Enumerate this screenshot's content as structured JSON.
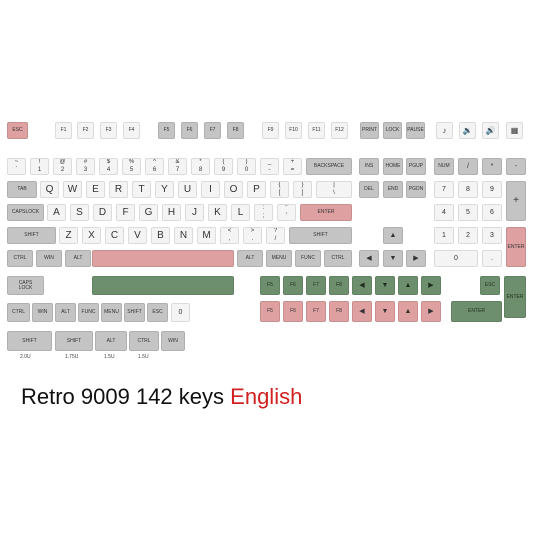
{
  "colors": {
    "grey": "#c4c4c4",
    "white": "#f4f4f4",
    "pink": "#dea0a0",
    "green": "#6e8f6e"
  },
  "caption": {
    "main": "Retro 9009 142 keys",
    "language": "English"
  },
  "size_labels": [
    "2.0U",
    "1.75U",
    "1.5U",
    "1.5U"
  ],
  "rows": {
    "function_row": [
      "ESC",
      "F1",
      "F2",
      "F3",
      "F4",
      "F5",
      "F6",
      "F7",
      "F8",
      "F9",
      "F10",
      "F11",
      "F12",
      "PRINT",
      "LOCK",
      "PAUSE",
      "music-note-icon",
      "volume-down-icon",
      "volume-up-icon",
      "calculator-icon"
    ],
    "number_row": [
      "~\n`",
      "!\n1",
      "@\n2",
      "#\n3",
      "$\n4",
      "%\n5",
      "^\n6",
      "&\n7",
      "*\n8",
      "(\n9",
      ")\n0",
      "_\n-",
      "+\n=",
      "BACKSPACE",
      "INS",
      "HOME",
      "PGUP",
      "NUM",
      "/",
      "*",
      "-"
    ],
    "top_row": [
      "TAB",
      "Q",
      "W",
      "E",
      "R",
      "T",
      "Y",
      "U",
      "I",
      "O",
      "P",
      "{\n[",
      "}\n]",
      "|\n\\",
      "DEL",
      "END",
      "PGDN",
      "7",
      "8",
      "9",
      "+"
    ],
    "home_row": [
      "CAPSLOCK",
      "A",
      "S",
      "D",
      "F",
      "G",
      "H",
      "J",
      "K",
      "L",
      ":\n;",
      "\"\n'",
      "ENTER",
      "4",
      "5",
      "6"
    ],
    "shift_row": [
      "SHIFT",
      "Z",
      "X",
      "C",
      "V",
      "B",
      "N",
      "M",
      "<\n,",
      ">\n.",
      "?\n/",
      "SHIFT",
      "▲",
      "1",
      "2",
      "3",
      "ENTER"
    ],
    "bottom_row": [
      "CTRL",
      "WIN",
      "ALT",
      "ALT",
      "MENU",
      "FUNC",
      "CTRL",
      "◀",
      "▼",
      "▶",
      "0",
      "."
    ],
    "extra_row_1": [
      "CAPS\nLOCK",
      "F5",
      "F6",
      "F7",
      "F8",
      "◀",
      "▼",
      "▲",
      "▶",
      "ESC",
      "ENTER"
    ],
    "extra_row_2": [
      "CTRL",
      "WIN",
      "ALT",
      "FUNC",
      "MENU",
      "SHIFT",
      "ESC",
      "0",
      "F5",
      "F6",
      "F7",
      "F8",
      "◀",
      "▼",
      "▲",
      "▶",
      "ENTER"
    ],
    "extra_row_3": [
      "SHIFT",
      "SHIFT",
      "ALT",
      "CTRL",
      "WIN"
    ]
  }
}
